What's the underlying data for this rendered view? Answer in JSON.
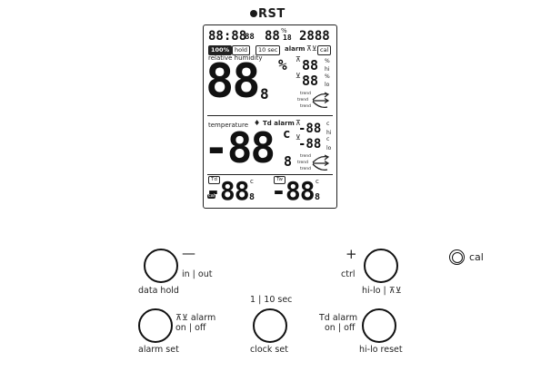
{
  "brand": "RST",
  "lcd": {
    "clock": "88:88",
    "clock_sec": "88",
    "date": "88",
    "date_sup": "%",
    "date_sub": "18",
    "year": "2888",
    "battery_pct": "100%",
    "hold": "hold",
    "interval": "10 sec",
    "alarm": "alarm",
    "cal": "cal",
    "humidity_label": "relative humidity",
    "humidity_main": "88",
    "humidity_decimal": "8",
    "humidity_unit": "%",
    "humidity_hi": "88",
    "humidity_lo": "88",
    "hi": "hi",
    "lo": "lo",
    "trend1": "trend",
    "trend2": "trend",
    "trend3": "trend",
    "temperature_label": "temperature",
    "td_alarm": "Td alarm",
    "temp_main": "-88",
    "temp_decimal": "8",
    "temp_unit": "c",
    "temp_hi": "-88",
    "temp_lo": "-88",
    "temp_hi_unit": "c",
    "temp_lo_unit": "c",
    "small_left_label": "Td",
    "small_left_value": "-88",
    "small_left_decimal": "8",
    "small_left_unit": "c",
    "small_right_label": "Tw",
    "small_right_value": "-88",
    "small_right_decimal": "8",
    "small_right_unit": "c",
    "cal_small": "cal"
  },
  "buttons": {
    "data_hold": {
      "label": "data hold",
      "symbol": "—",
      "sub": "in | out"
    },
    "ctrl": {
      "label": "hi-lo | ⊼⊻",
      "symbol": "+",
      "sub": "ctrl"
    },
    "cal": {
      "label": "cal"
    },
    "alarm_set": {
      "label": "alarm set",
      "sub1": "⊼⊻ alarm",
      "sub2": "on | off"
    },
    "clock_set": {
      "label": "clock set",
      "sub": "1 | 10 sec"
    },
    "hilo_reset": {
      "label": "hi-lo reset",
      "sub1": "Td alarm",
      "sub2": "on | off"
    }
  }
}
